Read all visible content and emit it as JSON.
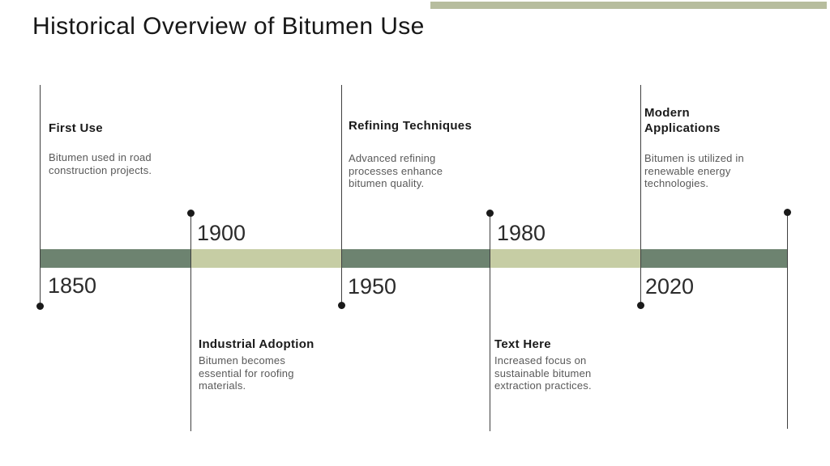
{
  "slide": {
    "title": "Historical Overview of Bitumen Use"
  },
  "colors": {
    "accent_bar": "#b7bd9e",
    "band_dark": "#6d8370",
    "band_light": "#c6cda4",
    "line": "#3f3f3f",
    "dot": "#1a1a1a",
    "title_text": "#171717",
    "heading_text": "#1a1a1a",
    "body_text": "#595959",
    "year_text": "#2b2b2b"
  },
  "timeline": {
    "milestones": [
      {
        "year": "1850",
        "title": "First Use",
        "body": "Bitumen used in road\nconstruction projects."
      },
      {
        "year": "1900",
        "title": "Industrial Adoption",
        "body": "Bitumen becomes\nessential for roofing\nmaterials."
      },
      {
        "year": "1950",
        "title": "Refining Techniques",
        "body": "Advanced refining\nprocesses enhance\nbitumen quality."
      },
      {
        "year": "1980",
        "title": "Text Here",
        "body": "Increased focus on\nsustainable bitumen\nextraction practices."
      },
      {
        "year": "2020",
        "title": "Modern\nApplications",
        "body": "Bitumen is utilized in\nrenewable energy\ntechnologies."
      }
    ]
  }
}
